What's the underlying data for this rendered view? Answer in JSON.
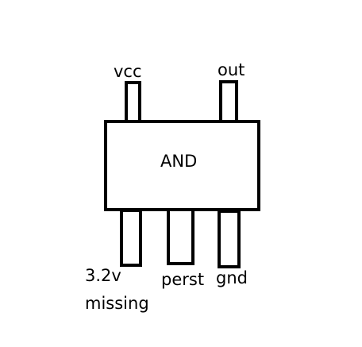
{
  "chip": {
    "label": "AND"
  },
  "pins": {
    "top": [
      {
        "label": "vcc"
      },
      {
        "label": "out"
      }
    ],
    "bottom": [
      {
        "label": "3.2v"
      },
      {
        "label": "perst"
      },
      {
        "label": "gnd"
      }
    ]
  },
  "annotation": {
    "missing": "missing"
  },
  "colors": {
    "stroke": "#000000",
    "fill": "#ffffff"
  }
}
